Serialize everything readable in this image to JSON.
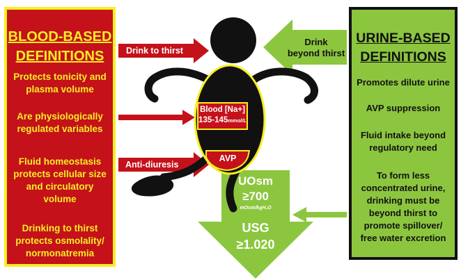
{
  "left_panel": {
    "title_line1": "BLOOD-BASED",
    "title_line2": "DEFINITIONS",
    "items": [
      {
        "line1": "Protects tonicity and",
        "line2": "plasma volume"
      },
      {
        "line1": "Are physiologically",
        "line2": "regulated variables"
      },
      {
        "line1": "Fluid homeostasis",
        "line2": "protects cellular size",
        "line3": "and circulatory",
        "line4": "volume"
      },
      {
        "line1": "Drinking to thirst",
        "line2": "protects osmolality/",
        "line3": "normonatremia"
      }
    ]
  },
  "right_panel": {
    "title_line1": "URINE-BASED",
    "title_line2": "DEFINITIONS",
    "items": [
      {
        "line1": "Promotes dilute urine"
      },
      {
        "line1": "AVP suppression"
      },
      {
        "line1": "Fluid intake beyond",
        "line2": "regulatory need"
      },
      {
        "line1": "To form less",
        "line2": "concentrated urine,",
        "line3": "drinking must be",
        "line4": "beyond thirst  to",
        "line5": "promote spillover/",
        "line6": "free water excretion"
      }
    ]
  },
  "arrows": {
    "drink_to_thirst": "Drink to thirst",
    "anti_diuresis": "Anti-diuresis",
    "drink_beyond_line1": "Drink",
    "drink_beyond_line2": "beyond thirst"
  },
  "body_labels": {
    "blood_na": "Blood [Na+]",
    "range_value": "135-145",
    "range_unit": "mmol/L",
    "avp": "AVP"
  },
  "urine_arrow": {
    "uosm_label": "UOsm",
    "uosm_value": "≥700",
    "uosm_unit": "mOsm/kgH₂O",
    "usg_label": "USG",
    "usg_value": "≥1.020"
  },
  "colors": {
    "red": "#c4111a",
    "yellow": "#f6ef22",
    "green": "#8cc63f",
    "black": "#111111"
  }
}
